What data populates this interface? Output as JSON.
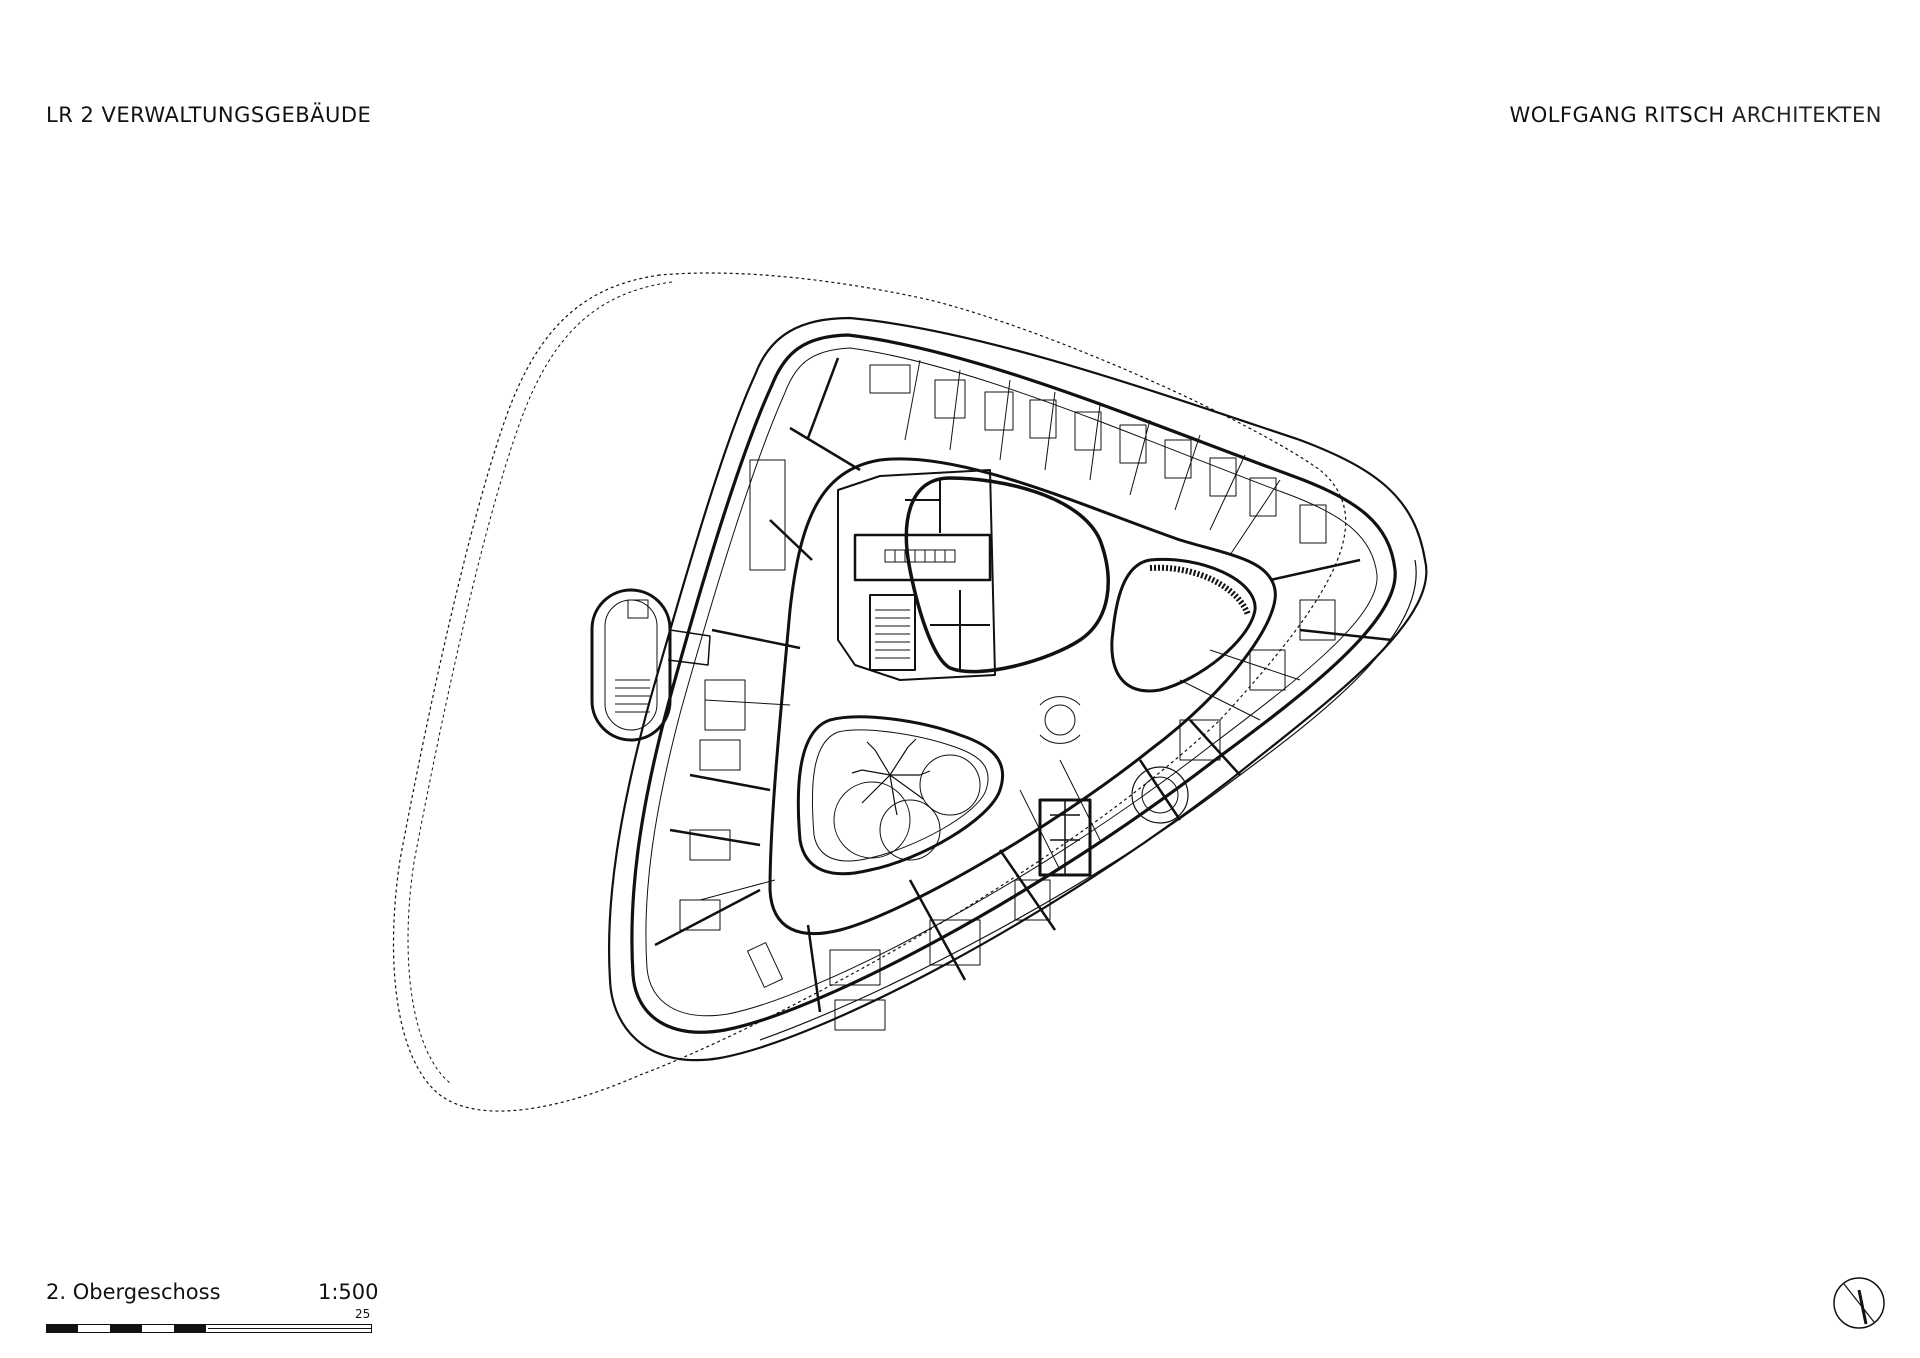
{
  "header": {
    "project_title": "LR 2 VERWALTUNGSGEBÄUDE",
    "office_name_bold": "WOLFGANG RITSCH",
    "office_name_light": "ARCHITEKTEN"
  },
  "footer": {
    "floor_label": "2. Obergeschoss",
    "scale_label": "1:500",
    "scale_bar_label": "25"
  },
  "colors": {
    "line": "#111111",
    "background": "#ffffff"
  },
  "icons": {
    "north": "north-arrow-icon"
  }
}
